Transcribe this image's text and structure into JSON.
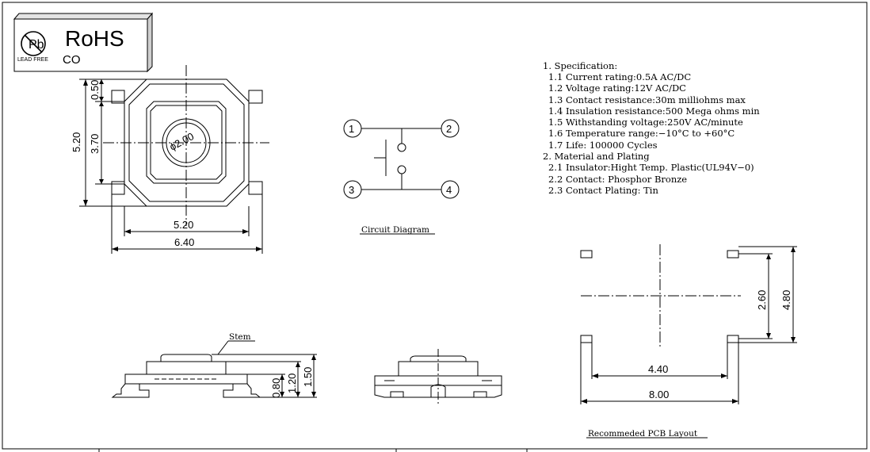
{
  "logo": {
    "title": "RoHS",
    "subtitle": "CO",
    "badge_text": "LEAD FREE",
    "badge_letter": "Pb"
  },
  "top_view": {
    "dim_050": "0.50",
    "dim_370": "3.70",
    "dim_520_v": "5.20",
    "dim_520_h": "5.20",
    "dim_640": "6.40",
    "diameter": "ϕ2.00"
  },
  "circuit": {
    "caption": "Circuit Diagram",
    "pins": [
      "1",
      "2",
      "3",
      "4"
    ]
  },
  "spec": {
    "lines": [
      "1. Specification:",
      "1.1  Current rating:0.5A AC/DC",
      "1.2  Voltage rating:12V AC/DC",
      "1.3  Contact resistance:30m milliohms max",
      "1.4  Insulation resistance:500 Mega ohms min",
      "1.5  Withstanding voltage:250V AC/minute",
      "1.6  Temperature range:−10°C to +60°C",
      "1.7  Life: 100000 Cycles",
      "2. Material and Plating",
      "2.1  Insulator:Hight Temp. Plastic(UL94V−0)",
      "2.2  Contact: Phosphor Bronze",
      "2.3  Contact Plating: Tin"
    ]
  },
  "side_view": {
    "stem_label": "Stem",
    "dim_080": "0.80",
    "dim_120": "1.20",
    "dim_150": "1.50"
  },
  "pcb": {
    "caption": "Recommeded PCB Layout",
    "dim_260": "2.60",
    "dim_480": "4.80",
    "dim_440": "4.40",
    "dim_800": "8.00"
  },
  "colors": {
    "line": "#000000",
    "background": "#ffffff",
    "logo_shadow": "#cfcfcf"
  }
}
